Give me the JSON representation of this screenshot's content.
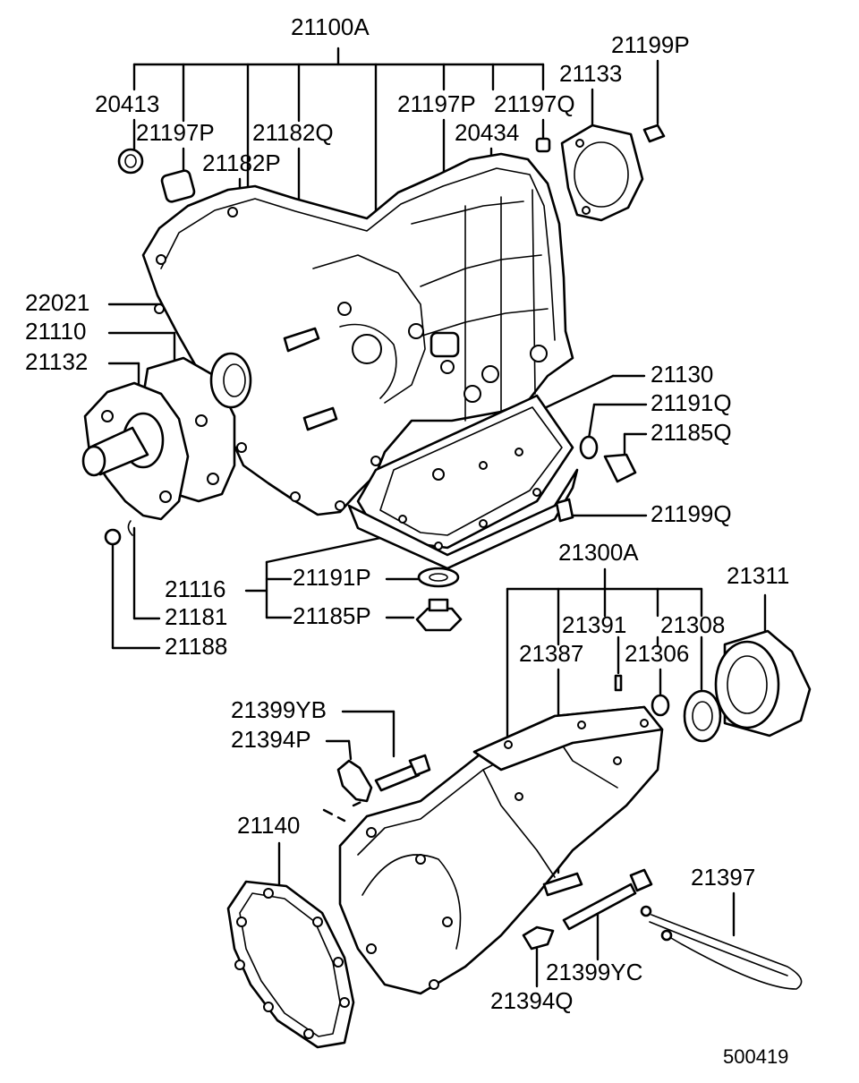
{
  "assembly_labels": {
    "transmission_case_assy": "21100A",
    "extension_housing_assy": "21300A",
    "drain_plug_group": "21116"
  },
  "part_numbers": [
    "20413",
    "21197P",
    "21182Q",
    "21182P",
    "20434",
    "21197P",
    "21197Q",
    "21133",
    "21199P",
    "22021",
    "21110",
    "21132",
    "21130",
    "21191Q",
    "21185Q",
    "21199Q",
    "21191P",
    "21185P",
    "21181",
    "21188",
    "21311",
    "21391",
    "21308",
    "21387",
    "21306",
    "21399YB",
    "21394P",
    "21140",
    "21397",
    "21399YC",
    "21394Q"
  ],
  "figure_id": "500419"
}
